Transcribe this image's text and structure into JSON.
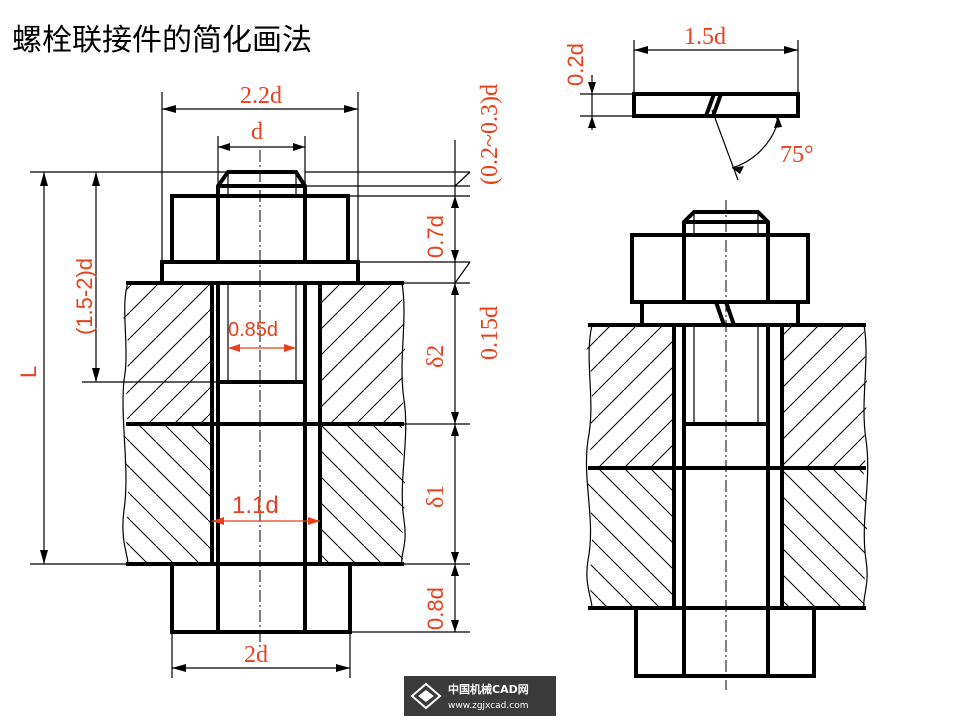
{
  "title": "螺栓联接件的简化画法",
  "dims": {
    "nut_width": "2.2d",
    "thread_d": "d",
    "thread_end": "(0.2~0.3)d",
    "nut_height": "0.7d",
    "washer_thick": "0.15d",
    "length_partial": "(1.5-2)d",
    "length": "L",
    "minor_diam": "0.85d",
    "hole_diam": "1.1d",
    "delta2": "δ2",
    "delta1": "δ1",
    "head_height": "0.8d",
    "head_width": "2d",
    "spring_washer_width": "1.5d",
    "spring_washer_thick": "0.2d",
    "spring_angle": "75°"
  },
  "watermark": {
    "name": "中国机械CAD网",
    "url": "www.zgjxcad.com"
  }
}
